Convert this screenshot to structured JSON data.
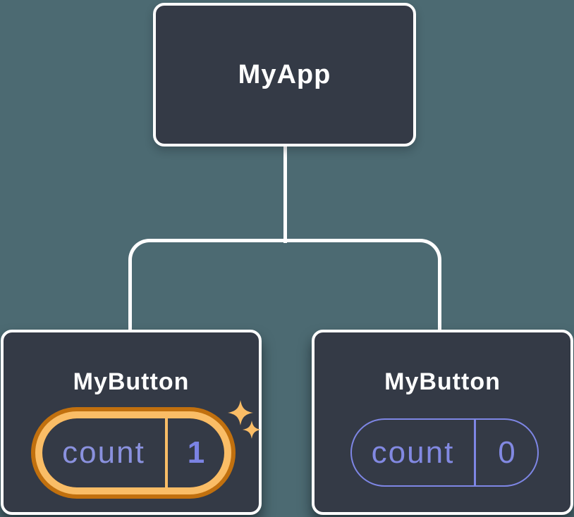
{
  "diagram": {
    "type": "component-tree",
    "background_color": "#4C6A72",
    "colors": {
      "node_fill": "#343A46",
      "node_border": "#FFFFFF",
      "connector": "#FFFFFF",
      "state_key_purple": "#8A91DE",
      "state_value_purple": "#7B83E3",
      "outline_pill_purple": "#7E86E5",
      "highlight_gold": "#FABD66",
      "highlight_dark_orange": "#C1700E"
    },
    "root": {
      "label": "MyApp"
    },
    "children": [
      {
        "label": "MyButton",
        "state": {
          "key": "count",
          "value": "1"
        },
        "highlighted": true,
        "icon": "sparkles-icon"
      },
      {
        "label": "MyButton",
        "state": {
          "key": "count",
          "value": "0"
        },
        "highlighted": false
      }
    ]
  }
}
